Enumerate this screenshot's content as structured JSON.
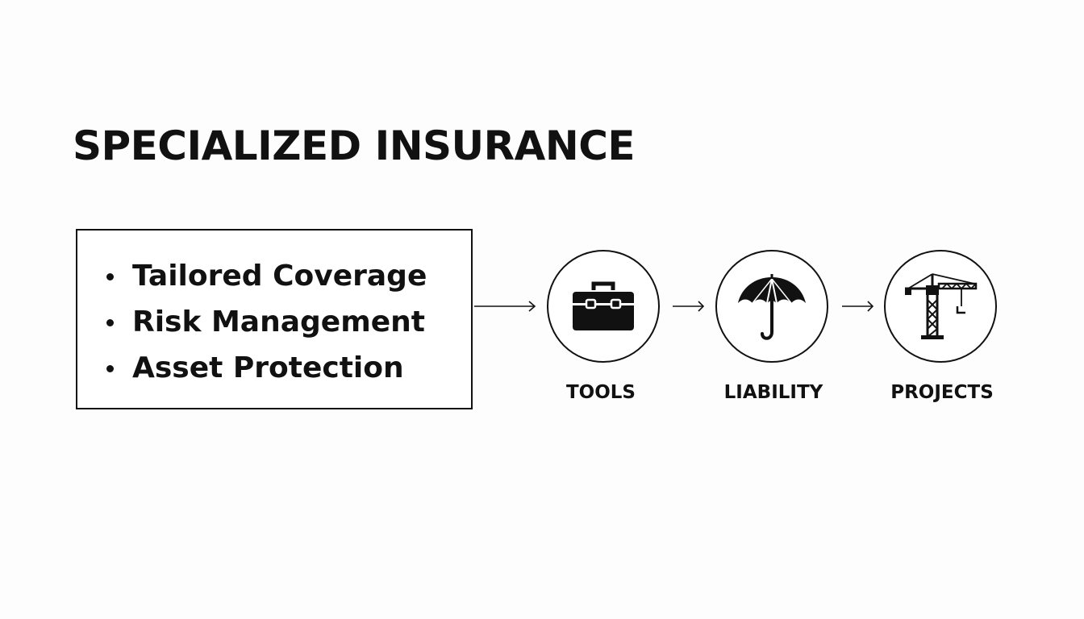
{
  "diagram": {
    "title": "SPECIALIZED INSURANCE",
    "benefits": [
      "Tailored Coverage",
      "Risk Management",
      "Asset Protection"
    ],
    "categories": [
      {
        "label": "TOOLS",
        "icon": "toolbox-icon"
      },
      {
        "label": "LIABILITY",
        "icon": "umbrella-icon"
      },
      {
        "label": "PROJECTS",
        "icon": "crane-icon"
      }
    ]
  },
  "colors": {
    "background": "#fdfdfd",
    "ink": "#111111"
  }
}
